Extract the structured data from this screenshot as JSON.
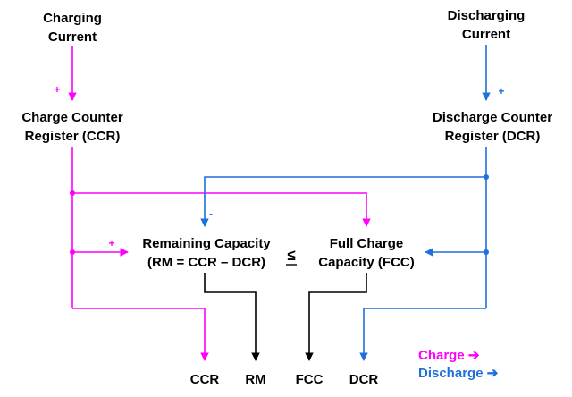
{
  "colors": {
    "charge": "#ff00ff",
    "discharge": "#1f6fdc",
    "text": "#000000",
    "flow": "#000000"
  },
  "labels": {
    "charging_current": [
      "Charging",
      "Current"
    ],
    "discharging_current": [
      "Discharging",
      "Current"
    ],
    "charge_plus": "+",
    "discharge_plus": "+",
    "ccr_box": [
      "Charge Counter",
      "Register (CCR)"
    ],
    "dcr_box": [
      "Discharge Counter",
      "Register (DCR)"
    ],
    "rm_box": [
      "Remaining Capacity",
      "(RM = CCR – DCR)"
    ],
    "rm_plus": "+",
    "rm_minus": "-",
    "leq": "≤",
    "fcc_box": [
      "Full Charge",
      "Capacity (FCC)"
    ]
  },
  "outputs": [
    "CCR",
    "RM",
    "FCC",
    "DCR"
  ],
  "legend": {
    "charge": "Charge ➔",
    "discharge": "Discharge ➔"
  }
}
